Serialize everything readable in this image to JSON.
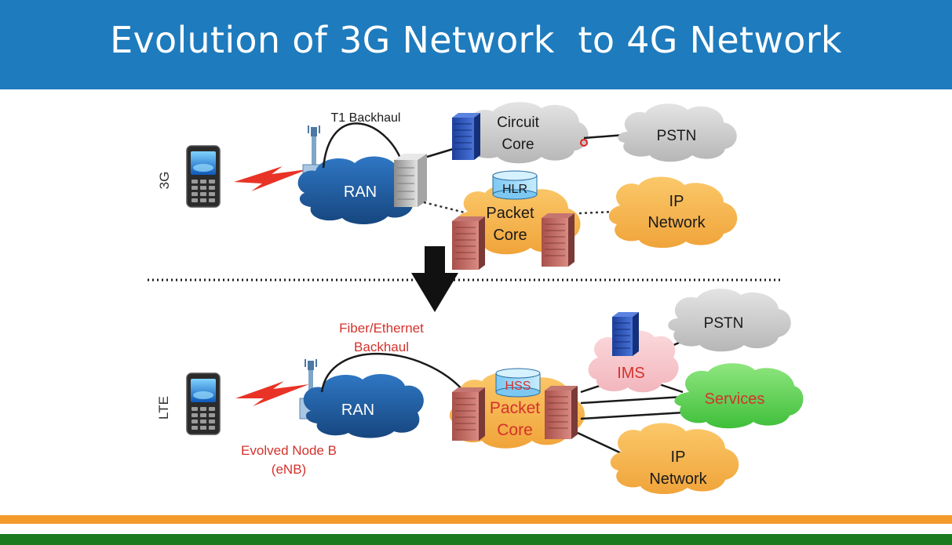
{
  "title": "Evolution of 3G Network  to 4G Network",
  "colors": {
    "title_bar": "#1e7bbd",
    "stripe_orange": "#f39a2b",
    "stripe_green": "#1a7a1e",
    "ran_cloud": "#1f5fa8",
    "packet_core_cloud": "#f6b44a",
    "pstn_cloud": "#c8c8c8",
    "ims_cloud": "#f5c6cb",
    "services_cloud": "#5fd35a",
    "red_label": "#d4322c"
  },
  "section_3g": {
    "row_label": "3G",
    "backhaul_label": "T1 Backhaul",
    "ran_label": "RAN",
    "circuit_core_line1": "Circuit",
    "circuit_core_line2": "Core",
    "pstn_label": "PSTN",
    "hlr_label": "HLR",
    "packet_core_line1": "Packet",
    "packet_core_line2": "Core",
    "ip_network_line1": "IP",
    "ip_network_line2": "Network"
  },
  "section_lte": {
    "row_label": "LTE",
    "backhaul_line1": "Fiber/Ethernet",
    "backhaul_line2": "Backhaul",
    "ran_label": "RAN",
    "enb_line1": "Evolved Node B",
    "enb_line2": "(eNB)",
    "hss_label": "HSS",
    "packet_core_line1": "Packet",
    "packet_core_line2": "Core",
    "ims_label": "IMS",
    "pstn_label": "PSTN",
    "services_label": "Services",
    "ip_network_line1": "IP",
    "ip_network_line2": "Network"
  },
  "icons": [
    "mobile-phone-icon",
    "cell-tower-icon",
    "server-icon",
    "cloud-icon",
    "database-icon",
    "lightning-bolt-icon",
    "down-arrow-icon"
  ]
}
